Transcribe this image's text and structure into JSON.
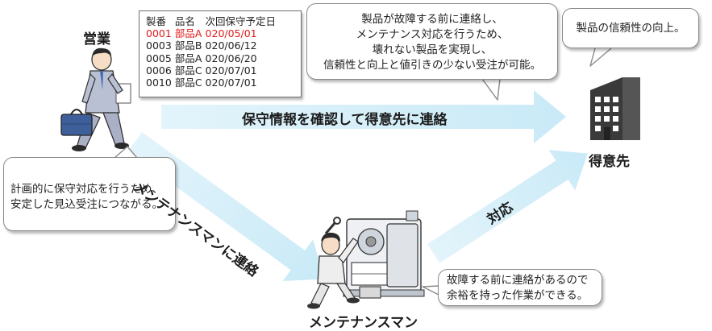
{
  "actors": {
    "sales": "営業",
    "customer": "得意先",
    "maintenance": "メンテナンスマン"
  },
  "table": {
    "headers": [
      "製番",
      "品名",
      "次回保守予定日"
    ],
    "rows": [
      [
        "0001",
        "部品A",
        "020/05/01"
      ],
      [
        "0003",
        "部品B",
        "020/06/12"
      ],
      [
        "0005",
        "部品A",
        "020/06/20"
      ],
      [
        "0006",
        "部品C",
        "020/07/01"
      ],
      [
        "0010",
        "部品C",
        "020/07/01"
      ]
    ],
    "highlight_color": "#e21b1b"
  },
  "arrows": {
    "sales_to_customer": "保守情報を確認して得意先に連絡",
    "sales_to_maintenance": "メンテナンスマンに連絡",
    "maintenance_to_customer": "対応"
  },
  "bubbles": {
    "center": [
      "製品が故障する前に連絡し、",
      "メンテナンス対応を行うため、",
      "壊れない製品を実現し、",
      "信頼性と向上と値引きの少ない受注が可能。"
    ],
    "customer": [
      "製品の信頼性の向上。"
    ],
    "sales": [
      "計画的に保守対応を行うため、",
      "安定した見込受注につながる。"
    ],
    "maintenance": [
      "故障する前に連絡があるので",
      "余裕を持った作業ができる。"
    ]
  },
  "colors": {
    "arrow_fill": "#d3eef8",
    "building": "#3a3a3a"
  }
}
